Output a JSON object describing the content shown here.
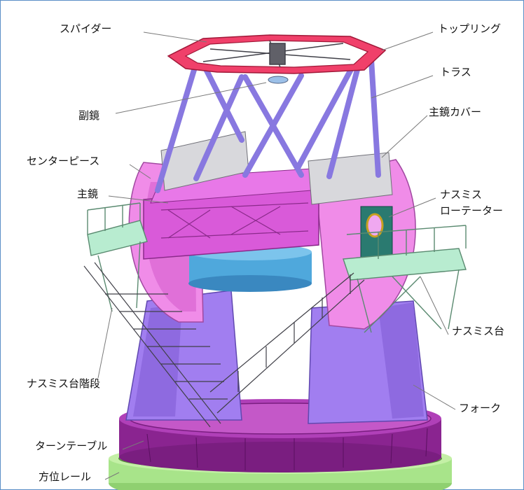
{
  "labels": {
    "spider": "スパイダー",
    "top_ring": "トップリング",
    "truss": "トラス",
    "secondary_mirror": "副鏡",
    "primary_mirror_cover": "主鏡カバー",
    "center_piece": "センターピース",
    "primary_mirror": "主鏡",
    "nasmyth_rotator_line1": "ナスミス",
    "nasmyth_rotator_line2": "ローテーター",
    "nasmyth_platform": "ナスミス台",
    "nasmyth_stairs": "ナスミス台階段",
    "fork": "フォーク",
    "turntable": "ターンテーブル",
    "azimuth_rail": "方位レール"
  },
  "colors": {
    "top_ring": "#f0406a",
    "truss": "#8878e0",
    "center_piece": "#d95ad9",
    "mirror_cell": "#4fa8dc",
    "side_disc": "#f08ce8",
    "fork": "#a17ef0",
    "turntable": "#9a28a0",
    "azimuth_rail": "#a8e48a",
    "platform": "#a8e8c8",
    "rotator": "#2a7a70",
    "cover": "#d8d8dc",
    "frame_border": "#5b8fc7"
  }
}
